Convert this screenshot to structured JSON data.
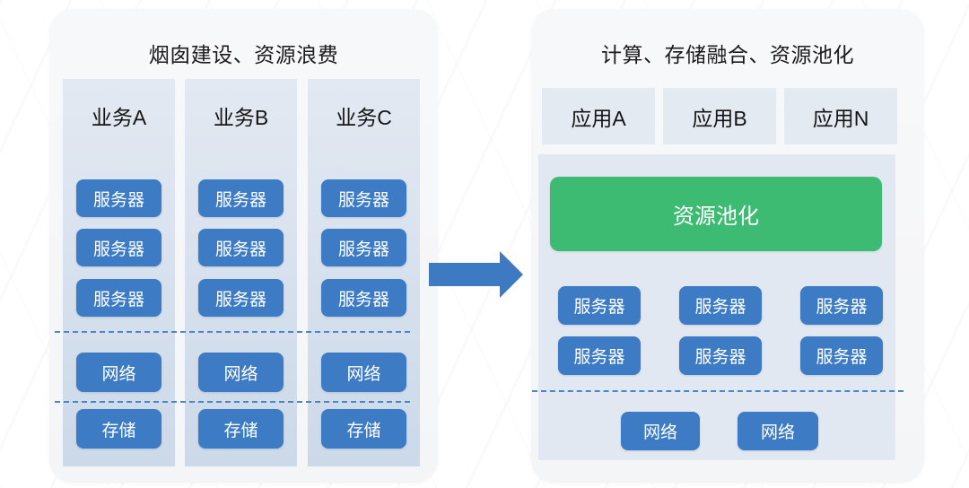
{
  "left_panel": {
    "title": "烟囱建设、资源浪费",
    "columns": [
      {
        "header": "业务A",
        "servers": [
          "服务器",
          "服务器",
          "服务器"
        ],
        "network": "网络",
        "storage": "存储"
      },
      {
        "header": "业务B",
        "servers": [
          "服务器",
          "服务器",
          "服务器"
        ],
        "network": "网络",
        "storage": "存储"
      },
      {
        "header": "业务C",
        "servers": [
          "服务器",
          "服务器",
          "服务器"
        ],
        "network": "网络",
        "storage": "存储"
      }
    ]
  },
  "right_panel": {
    "title": "计算、存储融合、资源池化",
    "apps": [
      "应用A",
      "应用B",
      "应用N"
    ],
    "pool_label": "资源池化",
    "servers": [
      "服务器",
      "服务器",
      "服务器",
      "服务器",
      "服务器",
      "服务器"
    ],
    "networks": [
      "网络",
      "网络"
    ]
  },
  "colors": {
    "box_blue": "#3d7cc4",
    "pool_green": "#3dbb72",
    "dashed_line": "#4a86c8",
    "column_bg_top": "#e3e9f2",
    "column_bg_bottom": "#ccd9e9",
    "app_box_bg": "#e4eaf2",
    "container_bg": "#e2e8f1",
    "panel_bg": "#f5f6f8"
  }
}
